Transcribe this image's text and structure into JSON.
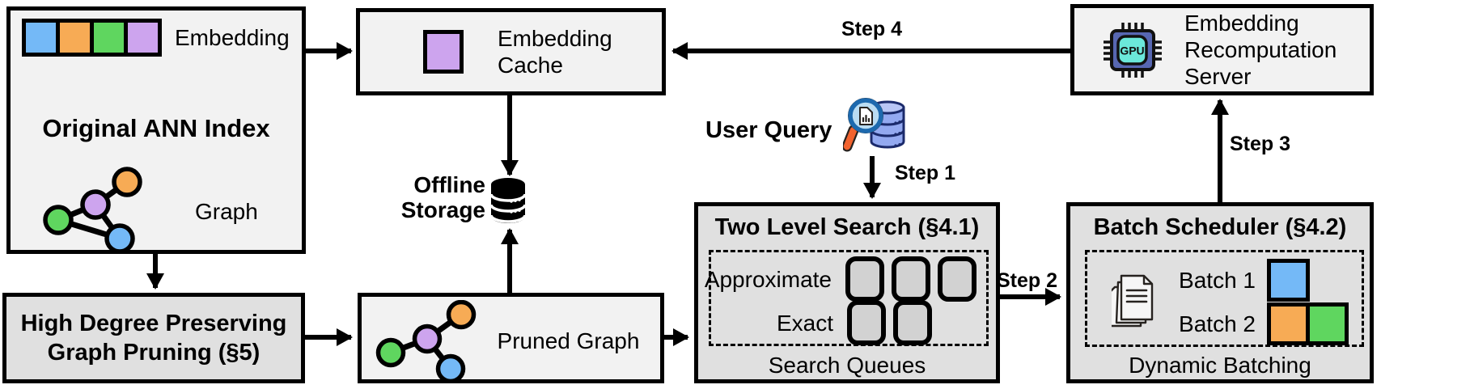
{
  "diagram": {
    "ann_index": {
      "title": "Original ANN Index",
      "embedding_label": "Embedding",
      "graph_label": "Graph"
    },
    "embedding_cache": {
      "line1": "Embedding",
      "line2": "Cache"
    },
    "recompute_server": {
      "line1": "Embedding",
      "line2": "Recomputation",
      "line3": "Server",
      "gpu_text": "GPU"
    },
    "offline_storage": {
      "line1": "Offline",
      "line2": "Storage"
    },
    "high_degree": {
      "line1": "High Degree Preserving",
      "line2": "Graph Pruning (§5)"
    },
    "pruned_graph": {
      "label": "Pruned Graph"
    },
    "user_query": {
      "label": "User Query"
    },
    "two_level": {
      "title": "Two Level Search (§4.1)",
      "row1_label": "Approximate",
      "row2_label": "Exact",
      "footer": "Search Queues"
    },
    "batch_scheduler": {
      "title": "Batch Scheduler (§4.2)",
      "batch1_label": "Batch 1",
      "batch2_label": "Batch 2",
      "footer": "Dynamic Batching"
    },
    "steps": {
      "step1": "Step 1",
      "step2": "Step 2",
      "step3": "Step 3",
      "step4": "Step 4"
    },
    "colors": {
      "blue": "#74b9f7",
      "orange": "#f7ab55",
      "green": "#5fd65f",
      "purple": "#cda4ee",
      "box_light": "#f2f2f2",
      "box_dark": "#e0e0e0",
      "queue_fill": "#d2d2d2",
      "chip": "#5767b2",
      "chip_inner": "#6be8da",
      "mag_rim": "#1d69ae",
      "mag_lens": "#badcf2",
      "mag_handle": "#f2632f",
      "query_db": "#93a9f0",
      "query_db_top": "#b9c6f5"
    }
  }
}
